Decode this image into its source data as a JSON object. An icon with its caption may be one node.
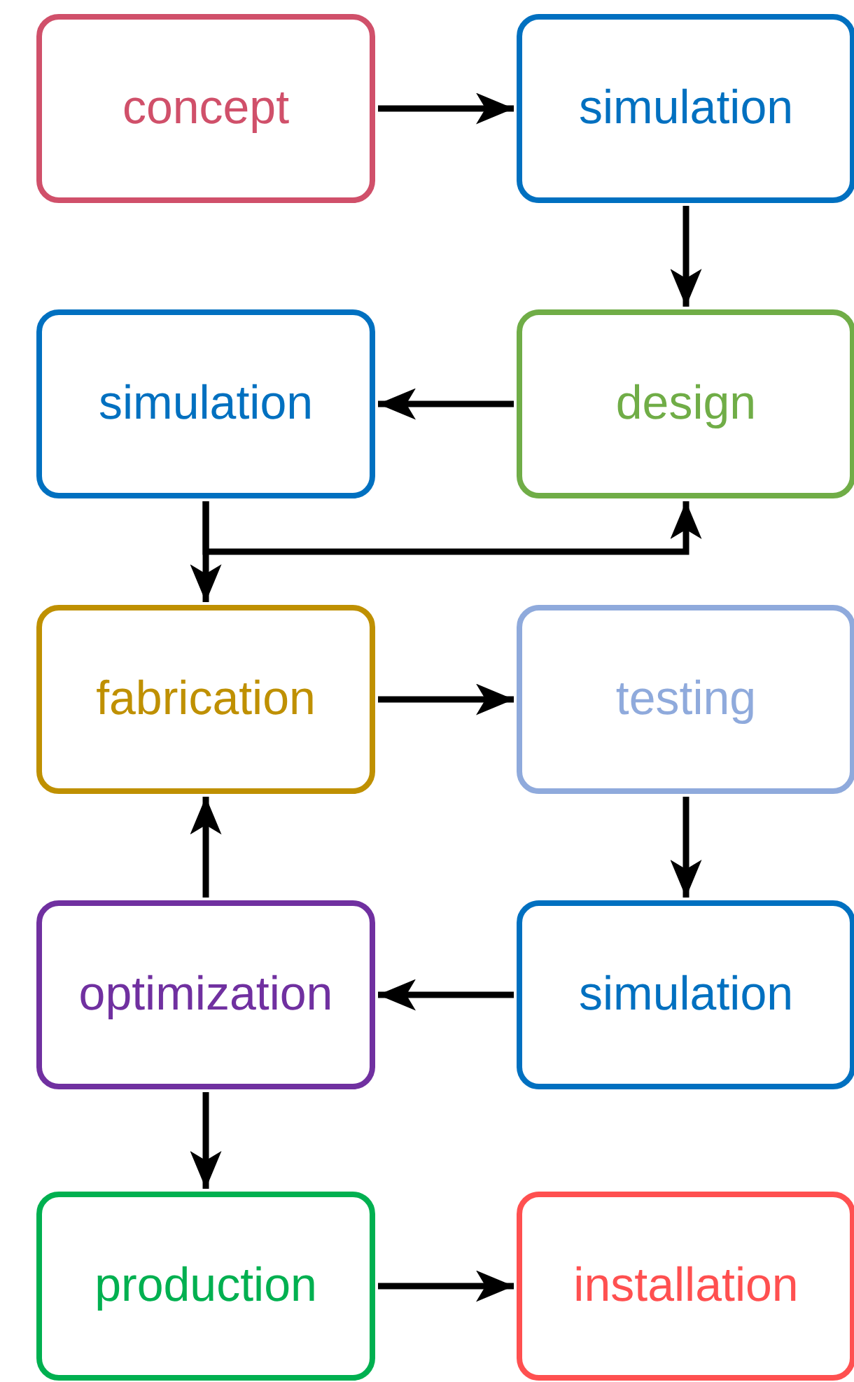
{
  "diagram": {
    "nodes": [
      {
        "text": [
          "concept"
        ]
      },
      {
        "text": [
          "simulation"
        ]
      },
      {
        "text": [
          "design"
        ]
      },
      {
        "text": [
          "simulation"
        ]
      },
      {
        "text": [
          "fabrication"
        ]
      },
      {
        "text": [
          "testing"
        ]
      },
      {
        "text": [
          "simulation"
        ]
      },
      {
        "text": [
          "optimization"
        ]
      },
      {
        "text": [
          "production"
        ]
      },
      {
        "text": [
          "installation"
        ]
      }
    ],
    "edges": [
      {
        "from": 0,
        "to": 1,
        "arrow": "to"
      },
      {
        "from": 1,
        "to": 2,
        "arrow": "to"
      },
      {
        "from": 2,
        "to": 3,
        "arrow": "to"
      },
      {
        "from": 3,
        "to": 4,
        "arrow": "to"
      },
      {
        "from": 3,
        "to": 2,
        "arrow": "to"
      },
      {
        "from": 4,
        "to": 5,
        "arrow": "to"
      },
      {
        "from": 5,
        "to": 6,
        "arrow": "to"
      },
      {
        "from": 6,
        "to": 7,
        "arrow": "to"
      },
      {
        "from": 7,
        "to": 4,
        "arrow": "to"
      },
      {
        "from": 7,
        "to": 8,
        "arrow": "to"
      },
      {
        "from": 8,
        "to": 9,
        "arrow": "to"
      }
    ]
  }
}
